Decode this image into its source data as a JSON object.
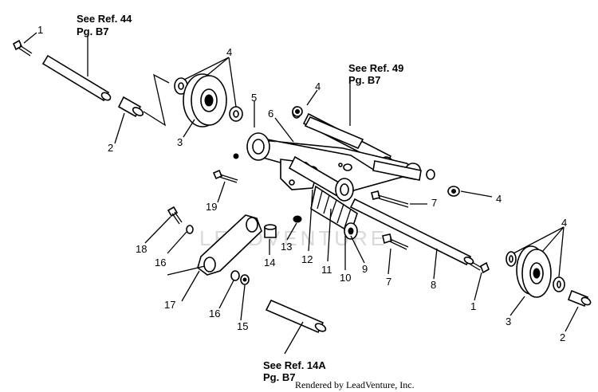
{
  "diagram": {
    "references": [
      {
        "id": "ref44",
        "line1": "See Ref. 44",
        "line2": "Pg. B7"
      },
      {
        "id": "ref49",
        "line1": "See Ref. 49",
        "line2": "Pg. B7"
      },
      {
        "id": "ref14a",
        "line1": "See Ref. 14A",
        "line2": "Pg. B7"
      }
    ],
    "callouts": [
      {
        "key": "c1a",
        "text": "1"
      },
      {
        "key": "c4a",
        "text": "4"
      },
      {
        "key": "c2a",
        "text": "2"
      },
      {
        "key": "c3a",
        "text": "3"
      },
      {
        "key": "c5",
        "text": "5"
      },
      {
        "key": "c6",
        "text": "6"
      },
      {
        "key": "c4b",
        "text": "4"
      },
      {
        "key": "c7a",
        "text": "7"
      },
      {
        "key": "c4c",
        "text": "4"
      },
      {
        "key": "c19",
        "text": "19"
      },
      {
        "key": "c18",
        "text": "18"
      },
      {
        "key": "c16a",
        "text": "16"
      },
      {
        "key": "c14",
        "text": "14"
      },
      {
        "key": "c13",
        "text": "13"
      },
      {
        "key": "c12",
        "text": "12"
      },
      {
        "key": "c11",
        "text": "11"
      },
      {
        "key": "c10",
        "text": "10"
      },
      {
        "key": "c9",
        "text": "9"
      },
      {
        "key": "c7b",
        "text": "7"
      },
      {
        "key": "c8",
        "text": "8"
      },
      {
        "key": "c1b",
        "text": "1"
      },
      {
        "key": "c4d",
        "text": "4"
      },
      {
        "key": "c3b",
        "text": "3"
      },
      {
        "key": "c2b",
        "text": "2"
      },
      {
        "key": "c17",
        "text": "17"
      },
      {
        "key": "c16b",
        "text": "16"
      },
      {
        "key": "c15",
        "text": "15"
      }
    ],
    "watermark": "LEADVENTURE",
    "credit": "Rendered by LeadVenture, Inc."
  }
}
